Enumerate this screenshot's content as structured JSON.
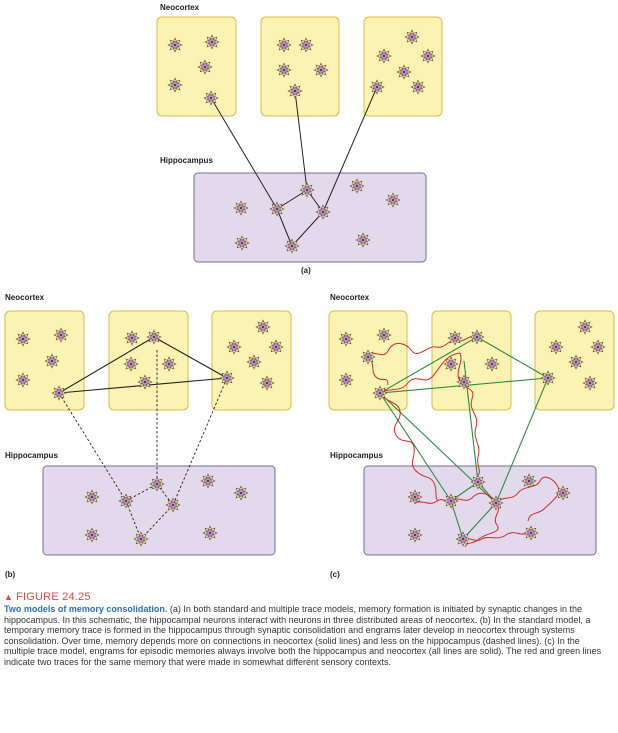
{
  "panels": [
    {
      "id": "a",
      "neocortex_label": "Neocortex",
      "hippocampus_label": "Hippocampus",
      "panel_label": "(a)"
    },
    {
      "id": "b",
      "neocortex_label": "Neocortex",
      "hippocampus_label": "Hippocampus",
      "panel_label": "(b)"
    },
    {
      "id": "c",
      "neocortex_label": "Neocortex",
      "hippocampus_label": "Hippocampus",
      "panel_label": "(c)"
    }
  ],
  "caption": {
    "figure_number": "FIGURE 24.25",
    "heading": "Two models of memory consolidation.",
    "text": " (a) In both standard and multiple trace models, memory formation is initiated by synaptic changes in the hippocampus. In this schematic, the hippocampal neurons interact with neurons in three distributed areas of neocortex. (b) In the standard model, a temporary memory trace is formed in the hippocampus through synaptic consolidation and engrams later develop in neocortex through systems consolidation. Over time, memory depends more on connections in neocortex (solid lines) and less on the hippocampus (dashed lines). (c) In the multiple trace model, engrams for episodic memories always involve both the hippocampus and neocortex (all lines are solid). The red and green lines indicate two traces for the same memory that were made in somewhat different sensory contexts."
  },
  "colors": {
    "neocortex_fill": "#faf3b4",
    "neocortex_stroke": "#d4bf45",
    "hippocampus_fill": "#e2daec",
    "hippocampus_stroke": "#7b6a99",
    "neuron_soma": "#c48ec4",
    "trace_red": "#d42a2a",
    "trace_green": "#2e8b3a",
    "line_black": "#222222"
  }
}
